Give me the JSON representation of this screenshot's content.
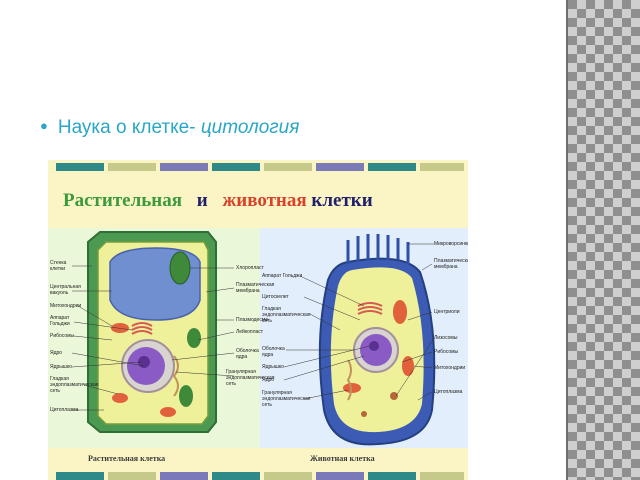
{
  "slide": {
    "bullet_text": "Наука о клетке- ",
    "bullet_emphasis": "цитология"
  },
  "figure": {
    "title_plant": "Растительная",
    "title_and": "и",
    "title_animal": "животная",
    "title_cells": "клетки",
    "caption_plant": "Растительная клетка",
    "caption_animal": "Животная клетка",
    "plant_labels_left": {
      "cell_wall": "Стенка клетки",
      "central_vacuole": "Центральная вакуоль",
      "mitochondria": "Митохондрии",
      "golgi": "Аппарат Гольджи",
      "ribosomes": "Рибосомы",
      "nucleus": "Ядро",
      "nucleolus": "Ядрышко",
      "smooth_er": "Гладкая эндоплазматическая сеть",
      "cytoplasm": "Цитоплазма"
    },
    "plant_labels_right": {
      "chloroplast": "Хлоропласт",
      "plasma_membrane": "Плазматическая мембрана",
      "plasmodesma": "Плазмодесма",
      "leucoplast": "Лейкопласт",
      "nuclear_envelope": "Оболочка ядра",
      "rough_er": "Гранулярная эндоплазматическая сеть"
    },
    "animal_labels_middle": {
      "golgi": "Аппарат Гольджи",
      "cytoskeleton": "Цитоскелет",
      "smooth_er": "Гладкая эндоплазматическая сеть",
      "nuclear_envelope": "Оболочка ядра",
      "nucleolus": "Ядрышко",
      "nucleus": "Ядро",
      "rough_er": "Гранулярная эндоплазматическая сеть"
    },
    "animal_labels_right": {
      "microvilli": "Микроворсинки",
      "plasma_membrane": "Плазматическая мембрана",
      "centrioles": "Центриоли",
      "lysosomes": "Лизосомы",
      "ribosomes": "Рибосомы",
      "mitochondria": "Митохондрии",
      "cytoplasm": "Цитоплазма"
    },
    "colors": {
      "background": "#fbf5c6",
      "plant_wall": "#4c9a52",
      "animal_membrane": "#3b5bb5",
      "nucleus": "#8a5bc4",
      "cytoplasm": "#eef09a"
    }
  }
}
